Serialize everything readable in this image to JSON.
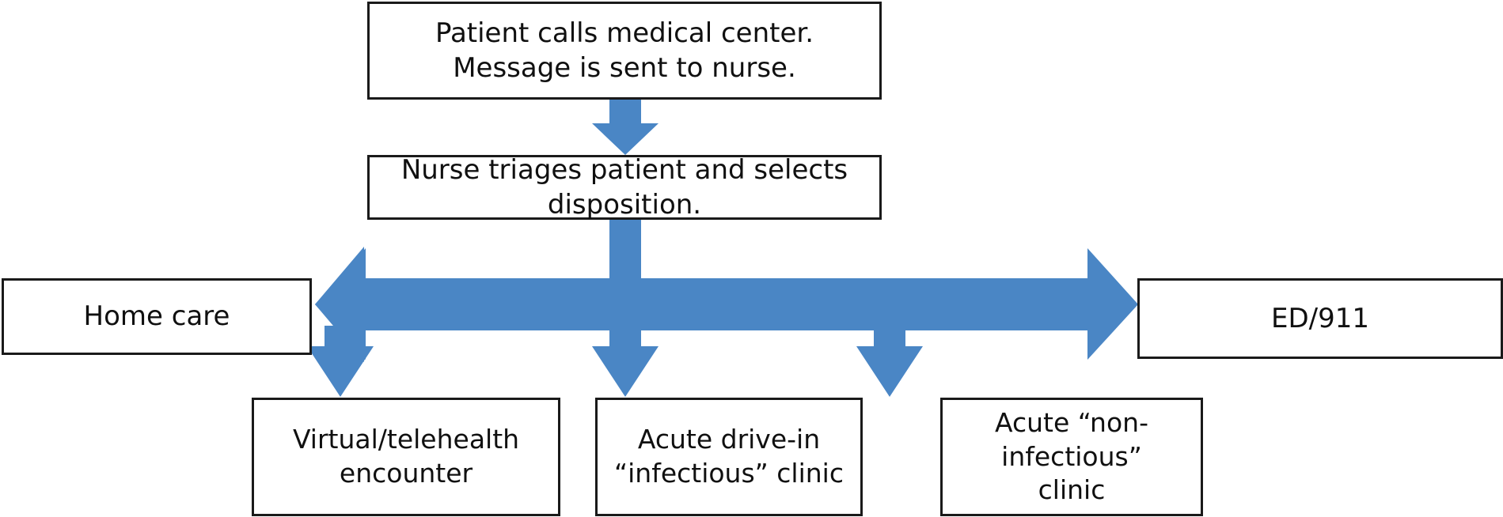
{
  "diagram": {
    "title": "Nurse triage call flow",
    "accent_color": "#4a86c5",
    "box_border_color": "#1a1a1a",
    "background_color": "#ffffff",
    "nodes": [
      {
        "id": "intake",
        "label": "Patient calls medical center.\nMessage is sent to nurse."
      },
      {
        "id": "triage",
        "label": "Nurse triages patient and selects disposition."
      },
      {
        "id": "home",
        "label": "Home care"
      },
      {
        "id": "ed",
        "label": "ED/911"
      },
      {
        "id": "virtual",
        "label": "Virtual/telehealth\nencounter"
      },
      {
        "id": "drivein",
        "label": "Acute drive-in\n“infectious” clinic"
      },
      {
        "id": "noninf",
        "label": "Acute “non-infectious”\nclinic"
      }
    ],
    "connectors": [
      {
        "id": "intake-to-triage",
        "from": "intake",
        "to": "triage",
        "kind": "arrow-down"
      },
      {
        "id": "triage-to-home",
        "from": "triage",
        "to": "home",
        "kind": "arrow-left"
      },
      {
        "id": "triage-to-ed",
        "from": "triage",
        "to": "ed",
        "kind": "arrow-right"
      },
      {
        "id": "triage-to-virtual",
        "from": "triage",
        "to": "virtual",
        "kind": "arrow-down"
      },
      {
        "id": "triage-to-drivein",
        "from": "triage",
        "to": "drivein",
        "kind": "arrow-down"
      },
      {
        "id": "triage-to-noninf",
        "from": "triage",
        "to": "noninf",
        "kind": "arrow-down"
      }
    ]
  }
}
